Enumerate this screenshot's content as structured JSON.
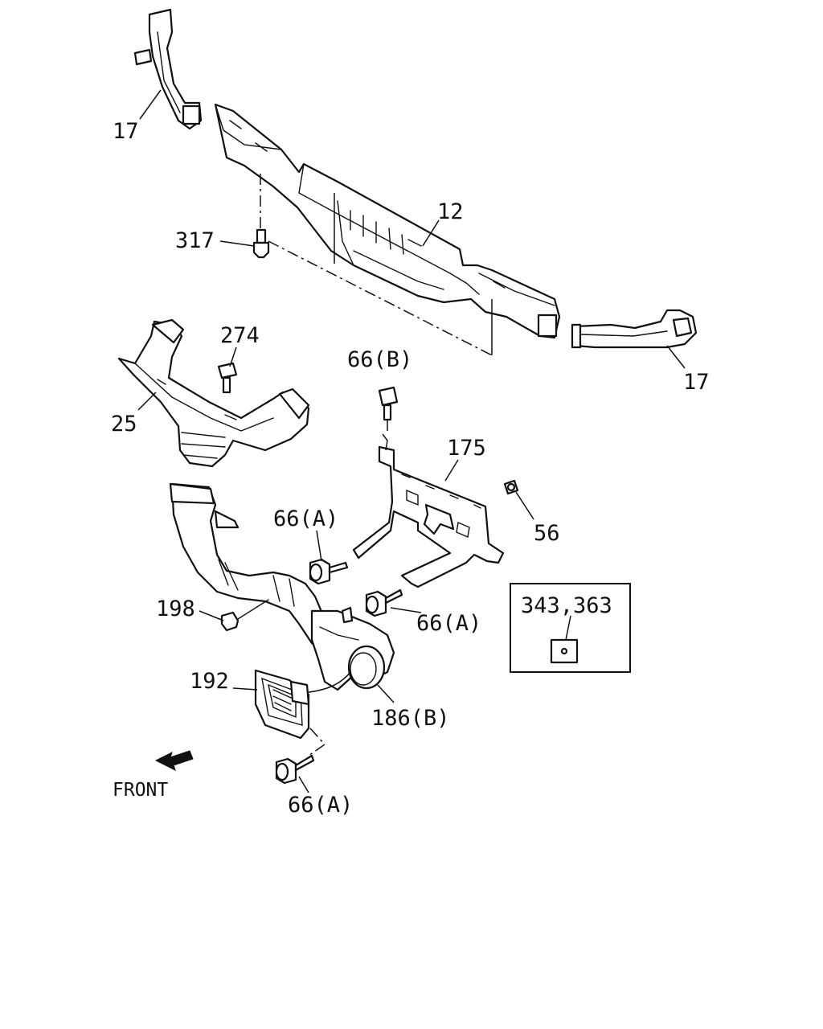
{
  "labels": {
    "p17_top": "17",
    "p12": "12",
    "p317": "317",
    "p274": "274",
    "p25": "25",
    "p17_right": "17",
    "p66b": "66(B)",
    "p175": "175",
    "p56": "56",
    "p66a_mid": "66(A)",
    "p66a_right": "66(A)",
    "p198": "198",
    "p192": "192",
    "p186b": "186(B)",
    "p66a_bottom": "66(A)",
    "inset": "343,363",
    "front": "FRONT"
  },
  "icons": {
    "front_arrow": "front-arrow-icon"
  }
}
